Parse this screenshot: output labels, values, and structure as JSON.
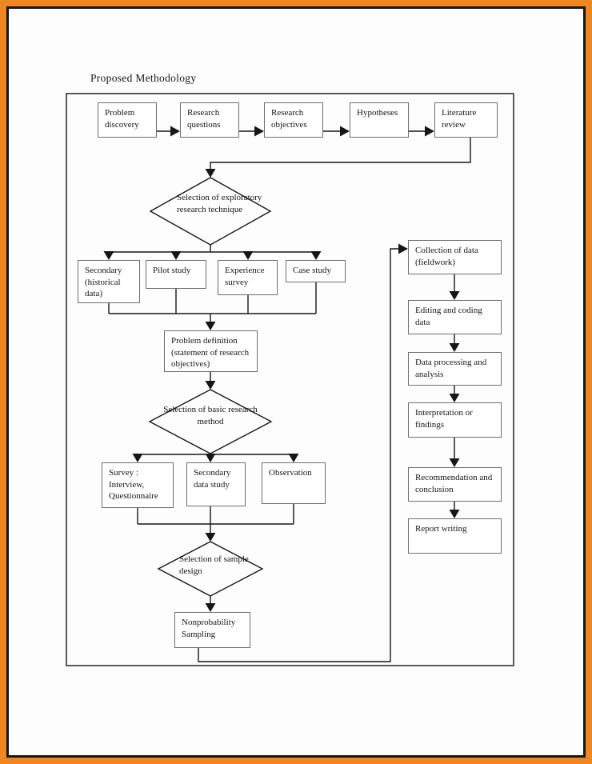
{
  "page": {
    "title": "Proposed Methodology"
  },
  "flowchart": {
    "phase_row": [
      "Problem discovery",
      "Research questions",
      "Research objectives",
      "Hypotheses",
      "Literature review"
    ],
    "decision_exploratory": "Selection of exploratory research technique",
    "exploratory_options": [
      "Secondary (historical data)",
      "Pilot study",
      "Experience survey",
      "Case study"
    ],
    "problem_definition": "Problem definition (statement of research objectives)",
    "decision_basic_method": "Selection of basic research method",
    "method_options": [
      "Survey : Interview, Questionnaire",
      "Secondary data study",
      "Observation"
    ],
    "decision_sample_design": "Selection of sample design",
    "sampling_method": "Nonprobability Sampling",
    "process_steps": [
      "Collection of data (fieldwork)",
      "Editing and coding data",
      "Data processing and analysis",
      "Interpretation or findings",
      "Recommendation and conclusion",
      "Report writing"
    ]
  },
  "colors": {
    "page_border": "#EE8621",
    "line": "#161616",
    "box_border": "#6e6e6e"
  }
}
